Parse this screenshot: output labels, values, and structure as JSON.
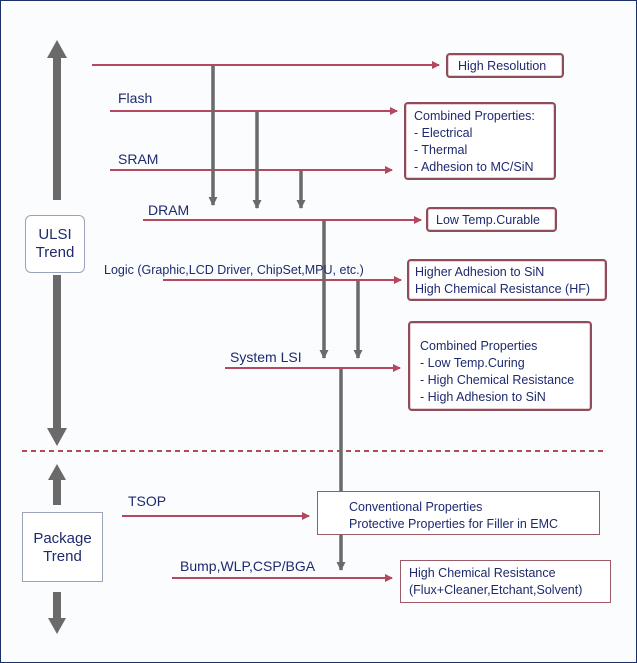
{
  "trends": {
    "ulsi": [
      "ULSI",
      "Trend"
    ],
    "package": [
      "Package",
      "Trend"
    ]
  },
  "devices": {
    "flash": "Flash",
    "sram": "SRAM",
    "dram": "DRAM",
    "logic": "Logic (Graphic,LCD Driver, ChipSet,MPU, etc.)",
    "system_lsi": "System LSI",
    "tsop": "TSOP",
    "bump": "Bump,WLP,CSP/BGA"
  },
  "boxes": {
    "high_resolution": [
      "High Resolution"
    ],
    "combined_1": [
      "Combined Properties:",
      "- Electrical",
      "- Thermal",
      "- Adhesion to MC/SiN"
    ],
    "low_temp": [
      "Low Temp.Curable"
    ],
    "adhesion": [
      "Higher Adhesion to SiN",
      "High  Chemical Resistance (HF)"
    ],
    "combined_2": [
      "Combined Properties",
      "- Low Temp.Curing",
      "- High Chemical Resistance",
      "- High Adhesion to SiN"
    ],
    "conventional": [
      "Conventional Properties",
      "Protective Properties for Filler in EMC"
    ],
    "high_chem": [
      "High Chemical Resistance",
      "(Flux+Cleaner,Etchant,Solvent)"
    ]
  },
  "colors": {
    "arrow_red": "#b4485e",
    "arrow_gray": "#666666",
    "dashed_line": "#b34a5a",
    "text": "#1e2a6e",
    "box_border": "#9c5a67"
  }
}
